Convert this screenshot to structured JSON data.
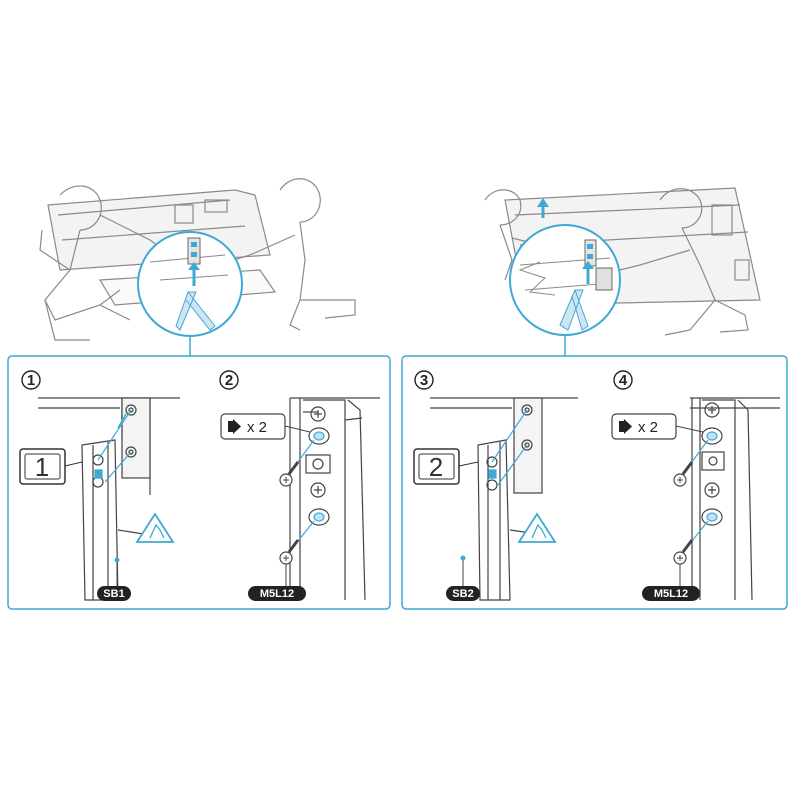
{
  "steps": [
    {
      "number": "1",
      "part_label": "SB1",
      "bracket_number": "1"
    },
    {
      "number": "2",
      "screw_count": "x 2",
      "screw_label": "M5L12"
    },
    {
      "number": "3",
      "part_label": "SB2",
      "bracket_number": "2"
    },
    {
      "number": "4",
      "screw_count": "x 2",
      "screw_label": "M5L12"
    }
  ],
  "colors": {
    "accent": "#3fa9d4",
    "line": "#444444",
    "sketch": "#8a8a8a"
  },
  "icons": [
    "caution-pinch-icon",
    "screw-arrow-icon"
  ]
}
